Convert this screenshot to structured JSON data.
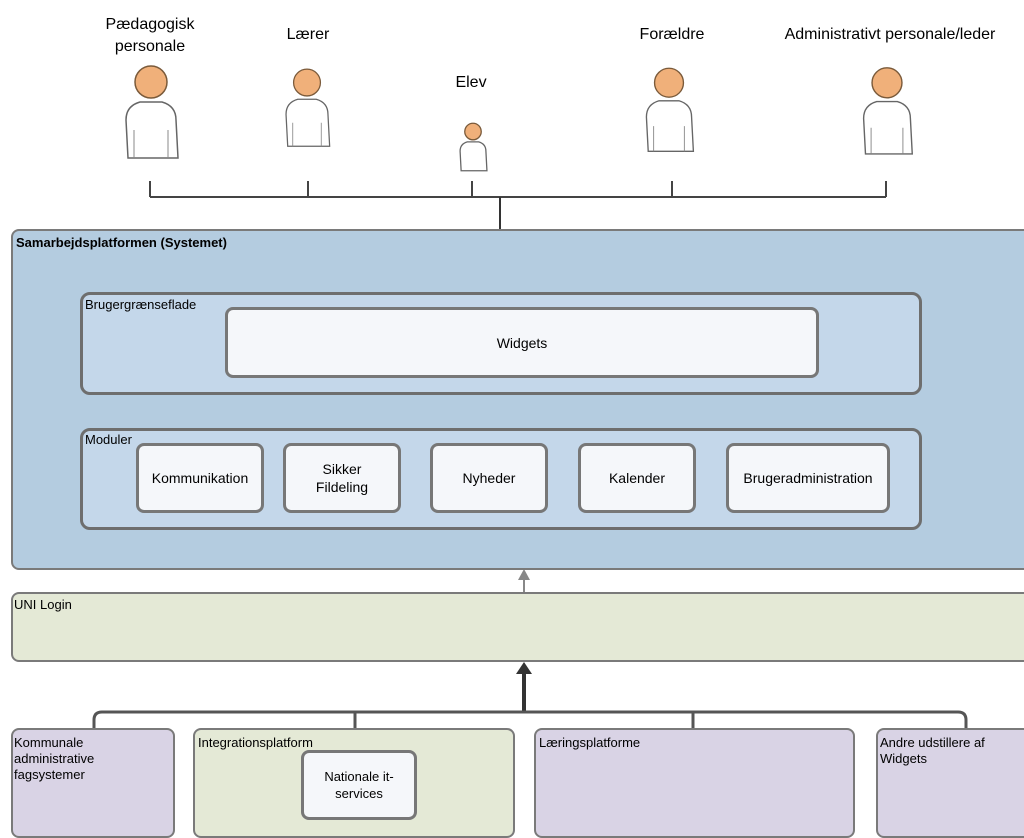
{
  "actors": [
    {
      "id": "paedagogisk",
      "label_line1": "Pædagogisk",
      "label_line2": "personale"
    },
    {
      "id": "laerer",
      "label": "Lærer"
    },
    {
      "id": "elev",
      "label": "Elev"
    },
    {
      "id": "foraeldre",
      "label": "Forældre"
    },
    {
      "id": "admin",
      "label": "Administrativt personale/leder"
    }
  ],
  "system": {
    "title": "Samarbejdsplatformen (Systemet)",
    "ui": {
      "title": "Brugergrænseflade",
      "widgets": "Widgets"
    },
    "modules": {
      "title": "Moduler",
      "items": [
        {
          "label": "Kommunikation"
        },
        {
          "label_line1": "Sikker",
          "label_line2": "Fildeling"
        },
        {
          "label": "Nyheder"
        },
        {
          "label": "Kalender"
        },
        {
          "label": "Brugeradministration"
        }
      ]
    }
  },
  "uni_login": {
    "title": "UNI Login"
  },
  "sources": [
    {
      "line1": "Kommunale",
      "line2": "administrative",
      "line3": "fagsystemer"
    },
    {
      "title": "Integrationsplatform",
      "inner_line1": "Nationale it-",
      "inner_line2": "services"
    },
    {
      "title": "Læringsplatforme"
    },
    {
      "line1": "Andre udstillere af",
      "line2": "Widgets"
    }
  ],
  "colors": {
    "system_bg": "#b4cce0",
    "panel_bg": "#c4d7ea",
    "uni_bg": "#e4e9d6",
    "purple_bg": "#d9d3e5",
    "person_head": "#f0b07a"
  }
}
